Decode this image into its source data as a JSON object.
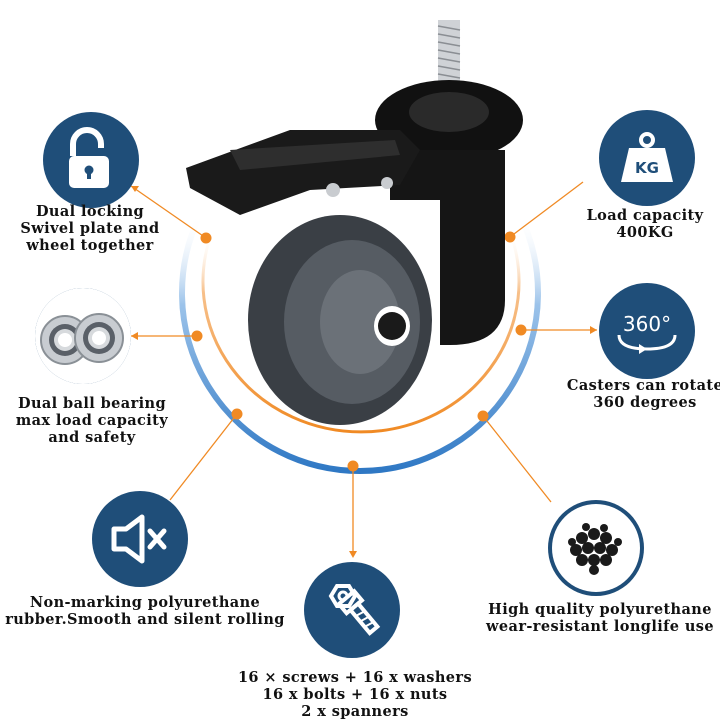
{
  "features": [
    {
      "id": "locking",
      "icon": "padlock-open-icon",
      "lines": [
        "Dual locking",
        "Swivel plate and",
        "wheel together"
      ]
    },
    {
      "id": "bearing",
      "icon": "ball-bearing-icon",
      "lines": [
        "Dual ball bearing",
        "max load capacity",
        "and safety"
      ]
    },
    {
      "id": "silent",
      "icon": "speaker-mute-icon",
      "lines": [
        "Non-marking polyurethane",
        "rubber.Smooth and silent rolling"
      ]
    },
    {
      "id": "hardware",
      "icon": "bolt-nut-icon",
      "lines": [
        "16 × screws + 16 x washers",
        "16 x bolts + 16 x nuts",
        "2 x spanners"
      ]
    },
    {
      "id": "load",
      "icon": "kg-weight-icon",
      "icon_text": "KG",
      "lines": [
        "Load capacity",
        "400KG"
      ]
    },
    {
      "id": "rotate",
      "icon": "rotate-360-icon",
      "icon_text": "360°",
      "lines": [
        "Casters can rotate",
        "360 degrees"
      ]
    },
    {
      "id": "material",
      "icon": "polyurethane-granules-icon",
      "lines": [
        "High quality polyurethane",
        "wear-resistant longlife use"
      ]
    }
  ],
  "colors": {
    "badge": "#1f4e79",
    "accent_orange": "#f08a24",
    "accent_blue": "#2f78c4",
    "text": "#111111"
  }
}
